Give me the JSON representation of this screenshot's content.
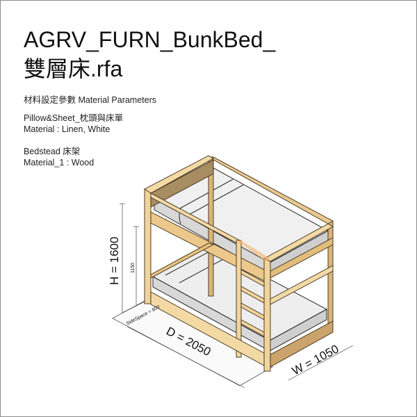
{
  "title": {
    "line1": "AGRV_FURN_BunkBed_",
    "line2": "雙層床.rfa"
  },
  "parameters": {
    "heading": "材料設定參數 Material Parameters",
    "groups": [
      {
        "name": "Pillow&Sheet_枕頭與床單",
        "value": "Material : Linen, White"
      },
      {
        "name": "Bedstead 床架",
        "value": "Material_1 : Wood"
      }
    ]
  },
  "dimensions": {
    "height": "H = 1600",
    "depth": "D = 2050",
    "width": "W = 1050",
    "lower_height": "1150",
    "side_space": "SideSpace = 600"
  },
  "colors": {
    "wood_light": "#f3d9a4",
    "wood_mid": "#e6c27f",
    "wood_dark": "#a88c62",
    "mattress": "#f2f2f2",
    "mattress_shade": "#d4d4d4",
    "outline": "#2a2a2a",
    "highlight": "#f4b36a"
  }
}
